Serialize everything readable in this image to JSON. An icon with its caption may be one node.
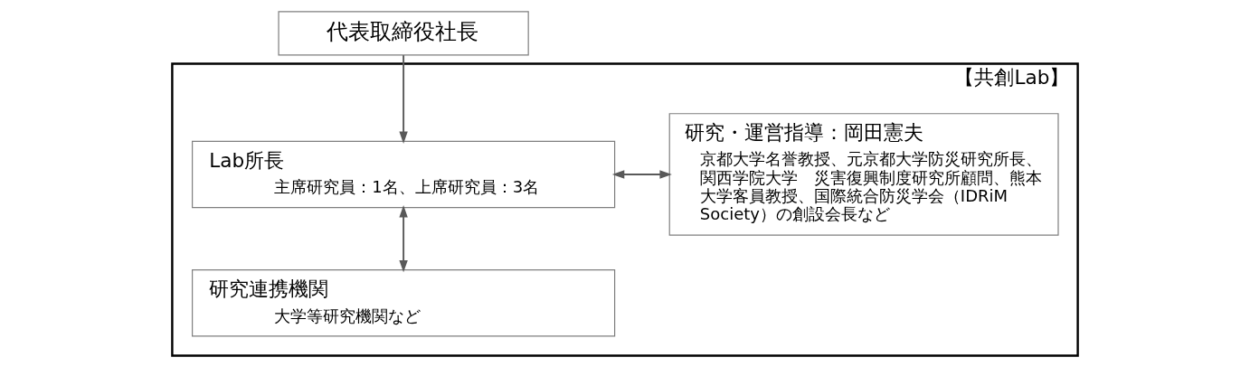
{
  "diagram": {
    "nodes": [
      {
        "text": [
          "代表取締役社長"
        ]
      },
      {
        "text": [
          "【共創Lab】"
        ]
      },
      {
        "text": [
          "Lab所長",
          "主席研究員：1名、上席研究員：3名"
        ],
        "in": 1
      },
      {
        "text": [
          "研究連携機関",
          "大学等研究機関など"
        ],
        "in": 1
      },
      {
        "text": [
          "研究・運営指導：岡田憲夫",
          "京都大学名誉教授、元京都大学防災研究所長、関西学院大学　災害復興制度研究所顧問、熊本大学客員教授、国際統合防災学会（IDRiM Society）の創設会長など"
        ],
        "in": 1
      }
    ],
    "edges": [
      {
        "from": 0,
        "to": 2,
        "arrow": "to"
      },
      {
        "from": 2,
        "to": 3,
        "arrow": "both"
      },
      {
        "from": 2,
        "to": 4,
        "arrow": "both"
      }
    ]
  }
}
